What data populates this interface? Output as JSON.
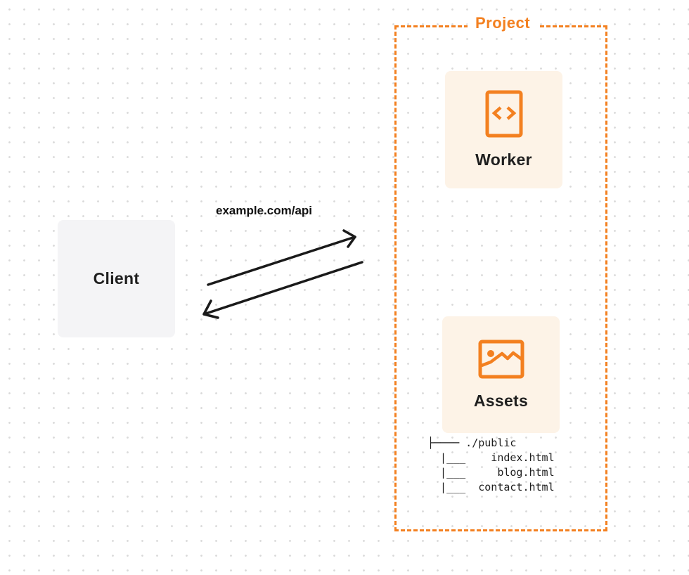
{
  "diagram": {
    "accent_color": "#f38020",
    "project": {
      "label": "Project"
    },
    "client": {
      "label": "Client"
    },
    "worker": {
      "label": "Worker",
      "icon": "code-file-icon"
    },
    "assets": {
      "label": "Assets",
      "icon": "image-icon"
    },
    "connection": {
      "label": "example.com/api"
    },
    "file_tree": [
      "├──── ./public",
      "  |___    index.html",
      "  |___     blog.html",
      "  |___  contact.html"
    ]
  }
}
